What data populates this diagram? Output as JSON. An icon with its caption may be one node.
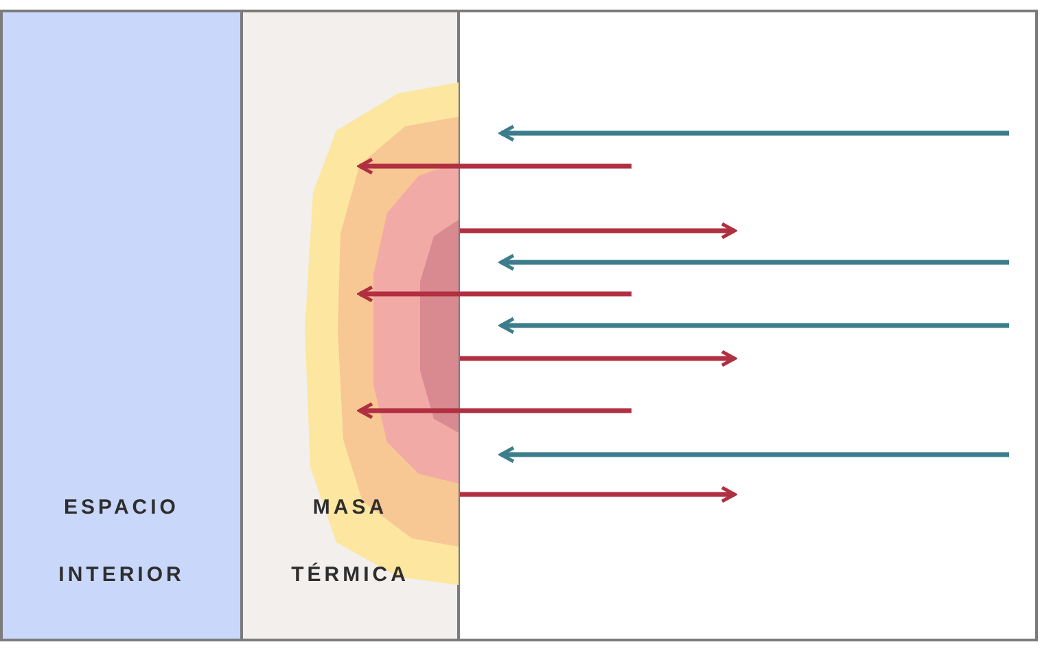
{
  "diagram": {
    "nodes": [
      {
        "text": [
          "ESPACIO INTERIOR"
        ]
      },
      {
        "text": [
          "MASA TÉRMICA"
        ]
      },
      {
        "text": [],
        "shape": "box"
      }
    ],
    "edges": [
      {
        "from": 2,
        "to": 1,
        "arrow": "to"
      },
      {
        "from": 1,
        "to": 2,
        "arrow": "to"
      },
      {
        "from": 2,
        "to": 1,
        "arrow": "to"
      },
      {
        "from": 1,
        "to": 2,
        "arrow": "to"
      },
      {
        "from": 2,
        "to": 1,
        "arrow": "to"
      },
      {
        "from": 1,
        "to": 2,
        "arrow": "to"
      }
    ]
  }
}
